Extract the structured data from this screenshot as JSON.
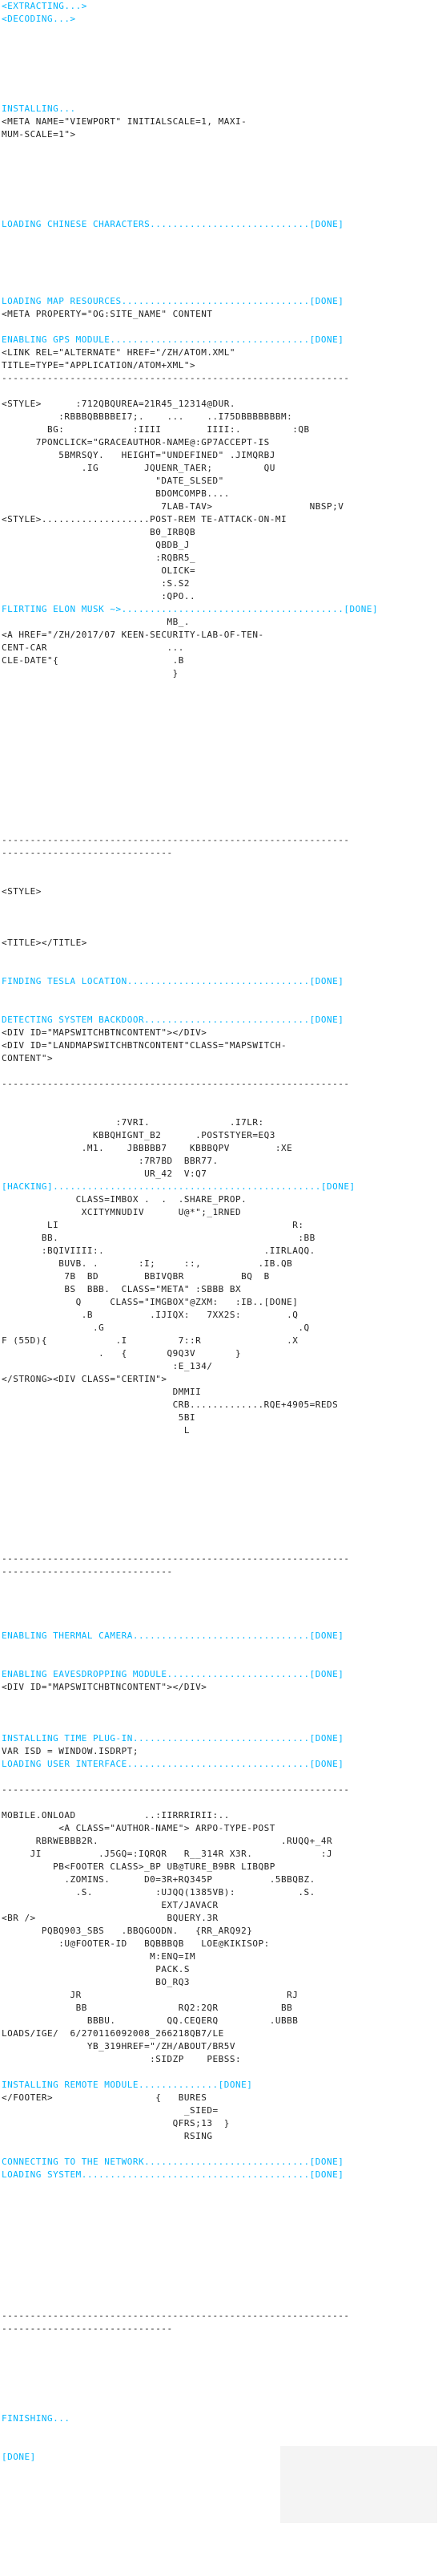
{
  "colors": {
    "accent": "#00b4ff",
    "text": "#222222",
    "background": "#ffffff"
  },
  "lines": [
    {
      "t": "<EXTRACTING...>",
      "c": "cyan"
    },
    {
      "t": "<DECODING...>",
      "c": "cyan"
    },
    {
      "t": "",
      "c": "dark"
    },
    {
      "t": "",
      "c": "dark"
    },
    {
      "t": "",
      "c": "dark"
    },
    {
      "t": "",
      "c": "dark"
    },
    {
      "t": "",
      "c": "dark"
    },
    {
      "t": "",
      "c": "dark"
    },
    {
      "t": "INSTALLING...",
      "c": "cyan"
    },
    {
      "t": "<META NAME=\"VIEWPORT\" INITIALSCALE=1, MAXI-",
      "c": "dark"
    },
    {
      "t": "MUM-SCALE=1\">",
      "c": "dark"
    },
    {
      "t": "",
      "c": "dark"
    },
    {
      "t": "",
      "c": "dark"
    },
    {
      "t": "",
      "c": "dark"
    },
    {
      "t": "",
      "c": "dark"
    },
    {
      "t": "",
      "c": "dark"
    },
    {
      "t": "",
      "c": "dark"
    },
    {
      "t": "LOADING CHINESE CHARACTERS............................[DONE]",
      "c": "cyan"
    },
    {
      "t": "",
      "c": "dark"
    },
    {
      "t": "",
      "c": "dark"
    },
    {
      "t": "",
      "c": "dark"
    },
    {
      "t": "",
      "c": "dark"
    },
    {
      "t": "",
      "c": "dark"
    },
    {
      "t": "LOADING MAP RESOURCES.................................[DONE]",
      "c": "cyan"
    },
    {
      "t": "<META PROPERTY=\"OG:SITE_NAME\" CONTENT",
      "c": "dark"
    },
    {
      "t": "",
      "c": "dark"
    },
    {
      "t": "ENABLING GPS MODULE...................................[DONE]",
      "c": "cyan"
    },
    {
      "t": "<LINK REL=\"ALTERNATE\" HREF=\"/ZH/ATOM.XML\"",
      "c": "dark"
    },
    {
      "t": "TITLE=TYPE=\"APPLICATION/ATOM+XML\">",
      "c": "dark"
    },
    {
      "t": "-------------------------------------------------------------",
      "c": "dark"
    },
    {
      "t": "",
      "c": "dark"
    },
    {
      "t": "<STYLE>      :712QBQUREA=21R45_12314@DUR.",
      "c": "dark"
    },
    {
      "t": "          :RBBBQBBBBEI7;.    ...    ..i75DBBBBBBBM:",
      "c": "dark"
    },
    {
      "t": "        BG:            :iiii        iiii:.         :QB",
      "c": "dark"
    },
    {
      "t": "      7PONCLICK=\"GRACEAUTHOR-NAME@:GP7ACCEPT-IS",
      "c": "dark"
    },
    {
      "t": "          5BMRSQY.   HEIGHT=\"UNDEFINED\" .JIMQRBJ",
      "c": "dark"
    },
    {
      "t": "              .IG        JQUENR_TAER;         QU",
      "c": "dark"
    },
    {
      "t": "                           \"DATE_SLSED\"",
      "c": "dark"
    },
    {
      "t": "                           BDOMCOMPB....",
      "c": "dark"
    },
    {
      "t": "                            7LAB-TAV>                 NBSP;V",
      "c": "dark"
    },
    {
      "t": "<STYLE>...................POST-REM TE-ATTACK-ON-MI",
      "c": "dark"
    },
    {
      "t": "                          B0_IRBQB",
      "c": "dark"
    },
    {
      "t": "                           QBDB_J",
      "c": "dark"
    },
    {
      "t": "                           :RQBR5_",
      "c": "dark"
    },
    {
      "t": "                            OLICK=",
      "c": "dark"
    },
    {
      "t": "                            :S.S2",
      "c": "dark"
    },
    {
      "t": "                            :QPO..",
      "c": "dark"
    },
    {
      "t": "FLIRTING ELON MUSK ~>.......................................[DONE]",
      "c": "cyan"
    },
    {
      "t": "                             MB_.",
      "c": "dark"
    },
    {
      "t": "<A HREF=\"/ZH/2017/07 KEEN-SECURITY-LAB-OF-TEN-",
      "c": "dark"
    },
    {
      "t": "CENT-CAR                     ...",
      "c": "dark"
    },
    {
      "t": "CLE-DATE\"{                    .B",
      "c": "dark"
    },
    {
      "t": "                              }",
      "c": "dark"
    },
    {
      "t": "",
      "c": "dark"
    },
    {
      "t": "",
      "c": "dark"
    },
    {
      "t": "",
      "c": "dark"
    },
    {
      "t": "",
      "c": "dark"
    },
    {
      "t": "",
      "c": "dark"
    },
    {
      "t": "",
      "c": "dark"
    },
    {
      "t": "",
      "c": "dark"
    },
    {
      "t": "",
      "c": "dark"
    },
    {
      "t": "",
      "c": "dark"
    },
    {
      "t": "",
      "c": "dark"
    },
    {
      "t": "",
      "c": "dark"
    },
    {
      "t": "",
      "c": "dark"
    },
    {
      "t": "-------------------------------------------------------------",
      "c": "dark"
    },
    {
      "t": "------------------------------",
      "c": "dark"
    },
    {
      "t": "",
      "c": "dark"
    },
    {
      "t": "",
      "c": "dark"
    },
    {
      "t": "<STYLE>",
      "c": "dark"
    },
    {
      "t": "",
      "c": "dark"
    },
    {
      "t": "",
      "c": "dark"
    },
    {
      "t": "",
      "c": "dark"
    },
    {
      "t": "<TITLE></TITLE>",
      "c": "dark"
    },
    {
      "t": "",
      "c": "dark"
    },
    {
      "t": "",
      "c": "dark"
    },
    {
      "t": "FINDING TESLA LOCATION................................[DONE]",
      "c": "cyan"
    },
    {
      "t": "",
      "c": "dark"
    },
    {
      "t": "",
      "c": "dark"
    },
    {
      "t": "DETECTING SYSTEM BACKDOOR.............................[DONE]",
      "c": "cyan"
    },
    {
      "t": "<DIV ID=\"MAPSWITCHBTNCONTENT\"></DIV>",
      "c": "dark"
    },
    {
      "t": "<DIV ID=\"LANDMAPSWITCHBTNCONTENT\"CLASS=\"MAPSWITCH-",
      "c": "dark"
    },
    {
      "t": "CONTENT\">",
      "c": "dark"
    },
    {
      "t": "",
      "c": "dark"
    },
    {
      "t": "-------------------------------------------------------------",
      "c": "dark"
    },
    {
      "t": "",
      "c": "dark"
    },
    {
      "t": "",
      "c": "dark"
    },
    {
      "t": "                    :7VRI.              .I7LR:",
      "c": "dark"
    },
    {
      "t": "                KBBQHIGNT_B2      .POSTSTYER=EQ3",
      "c": "dark"
    },
    {
      "t": "              .M1.    JBBBBB7    KBBBQPV        :XE",
      "c": "dark"
    },
    {
      "t": "                        :7R7BD  BBR77.",
      "c": "dark"
    },
    {
      "t": "                         UR_42  V:Q7",
      "c": "dark"
    },
    {
      "t": "[HACKING]...............................................[DONE]",
      "c": "cyan"
    },
    {
      "t": "             CLASS=IMBOX .  .  .SHARE_PROP.",
      "c": "dark"
    },
    {
      "t": "              XCITYMNUDIV      U@*\";_1RNED",
      "c": "dark"
    },
    {
      "t": "        LI                                         R:",
      "c": "dark"
    },
    {
      "t": "       BB.                                          :BB",
      "c": "dark"
    },
    {
      "t": "       :BQIVIIII:.                            .IIRLAQQ.",
      "c": "dark"
    },
    {
      "t": "          BUVB. .       :I;     ::,          .IB.QB",
      "c": "dark"
    },
    {
      "t": "           7B  BD        BBIVQBR          BQ  B",
      "c": "dark"
    },
    {
      "t": "           BS  BBB.  CLASS=\"META\" :SBBB BX",
      "c": "dark"
    },
    {
      "t": "             Q     CLASS=\"IMGBOX\"@ZXM:   :IB..[DONE]",
      "c": "dark"
    },
    {
      "t": "              .B          .IJIQX:   7XX2S:        .Q",
      "c": "dark"
    },
    {
      "t": "                .G                                  .Q",
      "c": "dark"
    },
    {
      "t": "F (55D){            .I         7::R               .X",
      "c": "dark"
    },
    {
      "t": "                 .   {       Q9Q3V       }",
      "c": "dark"
    },
    {
      "t": "                              :E_134/",
      "c": "dark"
    },
    {
      "t": "</STRONG><DIV CLASS=\"CERTIN\">",
      "c": "dark"
    },
    {
      "t": "                              DMMII",
      "c": "dark"
    },
    {
      "t": "                              CRB.............RQE+4905=REDS",
      "c": "dark"
    },
    {
      "t": "                               5BI",
      "c": "dark"
    },
    {
      "t": "                                L",
      "c": "dark"
    },
    {
      "t": "",
      "c": "dark"
    },
    {
      "t": "",
      "c": "dark"
    },
    {
      "t": "",
      "c": "dark"
    },
    {
      "t": "",
      "c": "dark"
    },
    {
      "t": "",
      "c": "dark"
    },
    {
      "t": "",
      "c": "dark"
    },
    {
      "t": "",
      "c": "dark"
    },
    {
      "t": "",
      "c": "dark"
    },
    {
      "t": "",
      "c": "dark"
    },
    {
      "t": "-------------------------------------------------------------",
      "c": "dark"
    },
    {
      "t": "------------------------------",
      "c": "dark"
    },
    {
      "t": "",
      "c": "dark"
    },
    {
      "t": "",
      "c": "dark"
    },
    {
      "t": "",
      "c": "dark"
    },
    {
      "t": "",
      "c": "dark"
    },
    {
      "t": "ENABLING THERMAL CAMERA...............................[DONE]",
      "c": "cyan"
    },
    {
      "t": "",
      "c": "dark"
    },
    {
      "t": "",
      "c": "dark"
    },
    {
      "t": "ENABLING EAVESDROPPING MODULE.........................[DONE]",
      "c": "cyan"
    },
    {
      "t": "<DIV ID=\"MAPSWITCHBTNCONTENT\"></DIV>",
      "c": "dark"
    },
    {
      "t": "",
      "c": "dark"
    },
    {
      "t": "",
      "c": "dark"
    },
    {
      "t": "",
      "c": "dark"
    },
    {
      "t": "INSTALLING TIME PLUG-IN...............................[DONE]",
      "c": "cyan"
    },
    {
      "t": "VAR ISD = WINDOW.ISDRPT;",
      "c": "dark"
    },
    {
      "t": "LOADING USER INTERFACE................................[DONE]",
      "c": "cyan"
    },
    {
      "t": "",
      "c": "dark"
    },
    {
      "t": "-------------------------------------------------------------",
      "c": "dark"
    },
    {
      "t": "",
      "c": "dark"
    },
    {
      "t": "MOBILE.ONLOAD            ..:IIRRRIRII:..",
      "c": "dark"
    },
    {
      "t": "          <A CLASS=\"AUTHOR-NAME\"> ARPO-TYPE-POST",
      "c": "dark"
    },
    {
      "t": "      RBRWEBBB2R.                                .RUQQ+_4R",
      "c": "dark"
    },
    {
      "t": "     JI          .J5GQ=:IQRQR   R__314R X3R.            :J",
      "c": "dark"
    },
    {
      "t": "         PB<FOOTER CLASS>_BP UB@TURE_B9BR LIBQBP",
      "c": "dark"
    },
    {
      "t": "           .ZOMINS.      D0=3R+RQ345P          .5BBQBZ.",
      "c": "dark"
    },
    {
      "t": "             .S.           :UJQQ(1385VB):           .S.",
      "c": "dark"
    },
    {
      "t": "                            EXT/JAVACR",
      "c": "dark"
    },
    {
      "t": "<BR />                       BQUERY.3R",
      "c": "dark"
    },
    {
      "t": "       PQBQ903_SBS   .BBQGOODN.   {RR_ARQ92}",
      "c": "dark"
    },
    {
      "t": "          :U@FOOTER-ID   BQBBBQB   LOE@KIKISOP:",
      "c": "dark"
    },
    {
      "t": "                          M:ENQ=iM",
      "c": "dark"
    },
    {
      "t": "                           PACK.S",
      "c": "dark"
    },
    {
      "t": "                           BO_RQ3",
      "c": "dark"
    },
    {
      "t": "            JR                                    RJ",
      "c": "dark"
    },
    {
      "t": "             BB                RQ2:2QR           BB",
      "c": "dark"
    },
    {
      "t": "               BBBU.         QQ.CEQERQ         .UBBB",
      "c": "dark"
    },
    {
      "t": "LOADS/IGE/  6/270116092008_266218QB7/LE",
      "c": "dark"
    },
    {
      "t": "               YB_319HREF=\"/ZH/ABOUT/BR5V",
      "c": "dark"
    },
    {
      "t": "                          :SIDZP    PEBSS:",
      "c": "dark"
    },
    {
      "t": "",
      "c": "dark"
    },
    {
      "t": "INSTALLING REMOTE MODULE..............[DONE]",
      "c": "cyan"
    },
    {
      "t": "</FOOTER>                  {   BURES",
      "c": "dark"
    },
    {
      "t": "                                _SIED=",
      "c": "dark"
    },
    {
      "t": "                              QFRS;13  }",
      "c": "dark"
    },
    {
      "t": "                                RSING",
      "c": "dark"
    },
    {
      "t": "",
      "c": "dark"
    },
    {
      "t": "CONNECTING TO THE NETWORK.............................[DONE]",
      "c": "cyan"
    },
    {
      "t": "LOADING SYSTEM........................................[DONE]",
      "c": "cyan"
    },
    {
      "t": "",
      "c": "dark"
    },
    {
      "t": "",
      "c": "dark"
    },
    {
      "t": "",
      "c": "dark"
    },
    {
      "t": "",
      "c": "dark"
    },
    {
      "t": "",
      "c": "dark"
    },
    {
      "t": "",
      "c": "dark"
    },
    {
      "t": "",
      "c": "dark"
    },
    {
      "t": "",
      "c": "dark"
    },
    {
      "t": "",
      "c": "dark"
    },
    {
      "t": "",
      "c": "dark"
    },
    {
      "t": "-------------------------------------------------------------",
      "c": "dark"
    },
    {
      "t": "------------------------------",
      "c": "dark"
    },
    {
      "t": "",
      "c": "dark"
    },
    {
      "t": "",
      "c": "dark"
    },
    {
      "t": "",
      "c": "dark"
    },
    {
      "t": "",
      "c": "dark"
    },
    {
      "t": "",
      "c": "dark"
    },
    {
      "t": "",
      "c": "dark"
    },
    {
      "t": "FINISHING...",
      "c": "cyan"
    },
    {
      "t": "",
      "c": "dark"
    },
    {
      "t": "",
      "c": "dark"
    },
    {
      "t": "[DONE]",
      "c": "cyan"
    }
  ]
}
